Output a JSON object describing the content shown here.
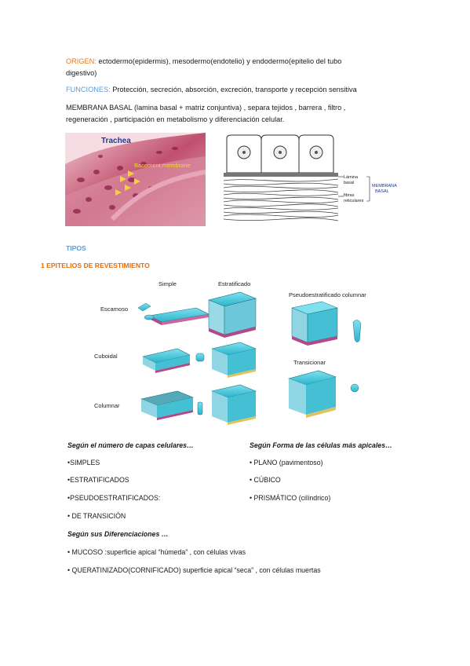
{
  "origen": {
    "label": "ORIGEN:",
    "text_line1": " ectodermo(epidermis), mesodermo(endotelio) y endodermo(epitelio del tubo",
    "text_line2": "digestivo)"
  },
  "funciones": {
    "label": "FUNCIONES:",
    "text": " Protección, secreción, absorción, excreción, transporte y recepción sensitiva"
  },
  "membrana": {
    "line1": "MEMBRANA BASAL (lamina basal + matriz conjuntiva) , separa tejidos , barrera , filtro ,",
    "line2": "regeneración , participación en metabolismo y diferenciación celular."
  },
  "micrograph": {
    "title": "Trachea",
    "label": "Basement membrane"
  },
  "schematic": {
    "label_lamina": "Lámina",
    "label_basal": "basal",
    "label_fibras": "fibras",
    "label_reticulares": "reticulares",
    "label_membrana": "MEMBRANA",
    "label_basal2": "BASAL"
  },
  "tipos": "TIPOS",
  "epitelios": "1 EPITELIOS DE REVESTIMIENTO",
  "diagram": {
    "col_simple": "Simple",
    "col_estratificado": "Estratificado",
    "col_pseudo": "Pseudoestratificado columnar",
    "row_escamoso": "Escamoso",
    "row_cuboidal": "Cuboidal",
    "row_columnar": "Columnar",
    "transicionar": "Transicionar"
  },
  "capas": {
    "heading": "Según el número de capas celulares…",
    "items": [
      "•SIMPLES",
      "•ESTRATIFICADOS",
      "•PSEUDOESTRATIFICADOS:",
      "• DE TRANSICIÓN"
    ]
  },
  "forma": {
    "heading": "Según Forma de las células más apicales…",
    "items": [
      "• PLANO (pavimentoso)",
      "• CÚBICO",
      "• PRISMÁTICO (cilíndrico)"
    ]
  },
  "diferenciaciones": {
    "heading": "Según sus Diferenciaciones …",
    "items": [
      "• MUCOSO :superficie apical “húmeda” , con células vivas",
      "• QUERATINIZADO(CORNIFICADO) superficie apical “seca” , con células muertas"
    ]
  }
}
